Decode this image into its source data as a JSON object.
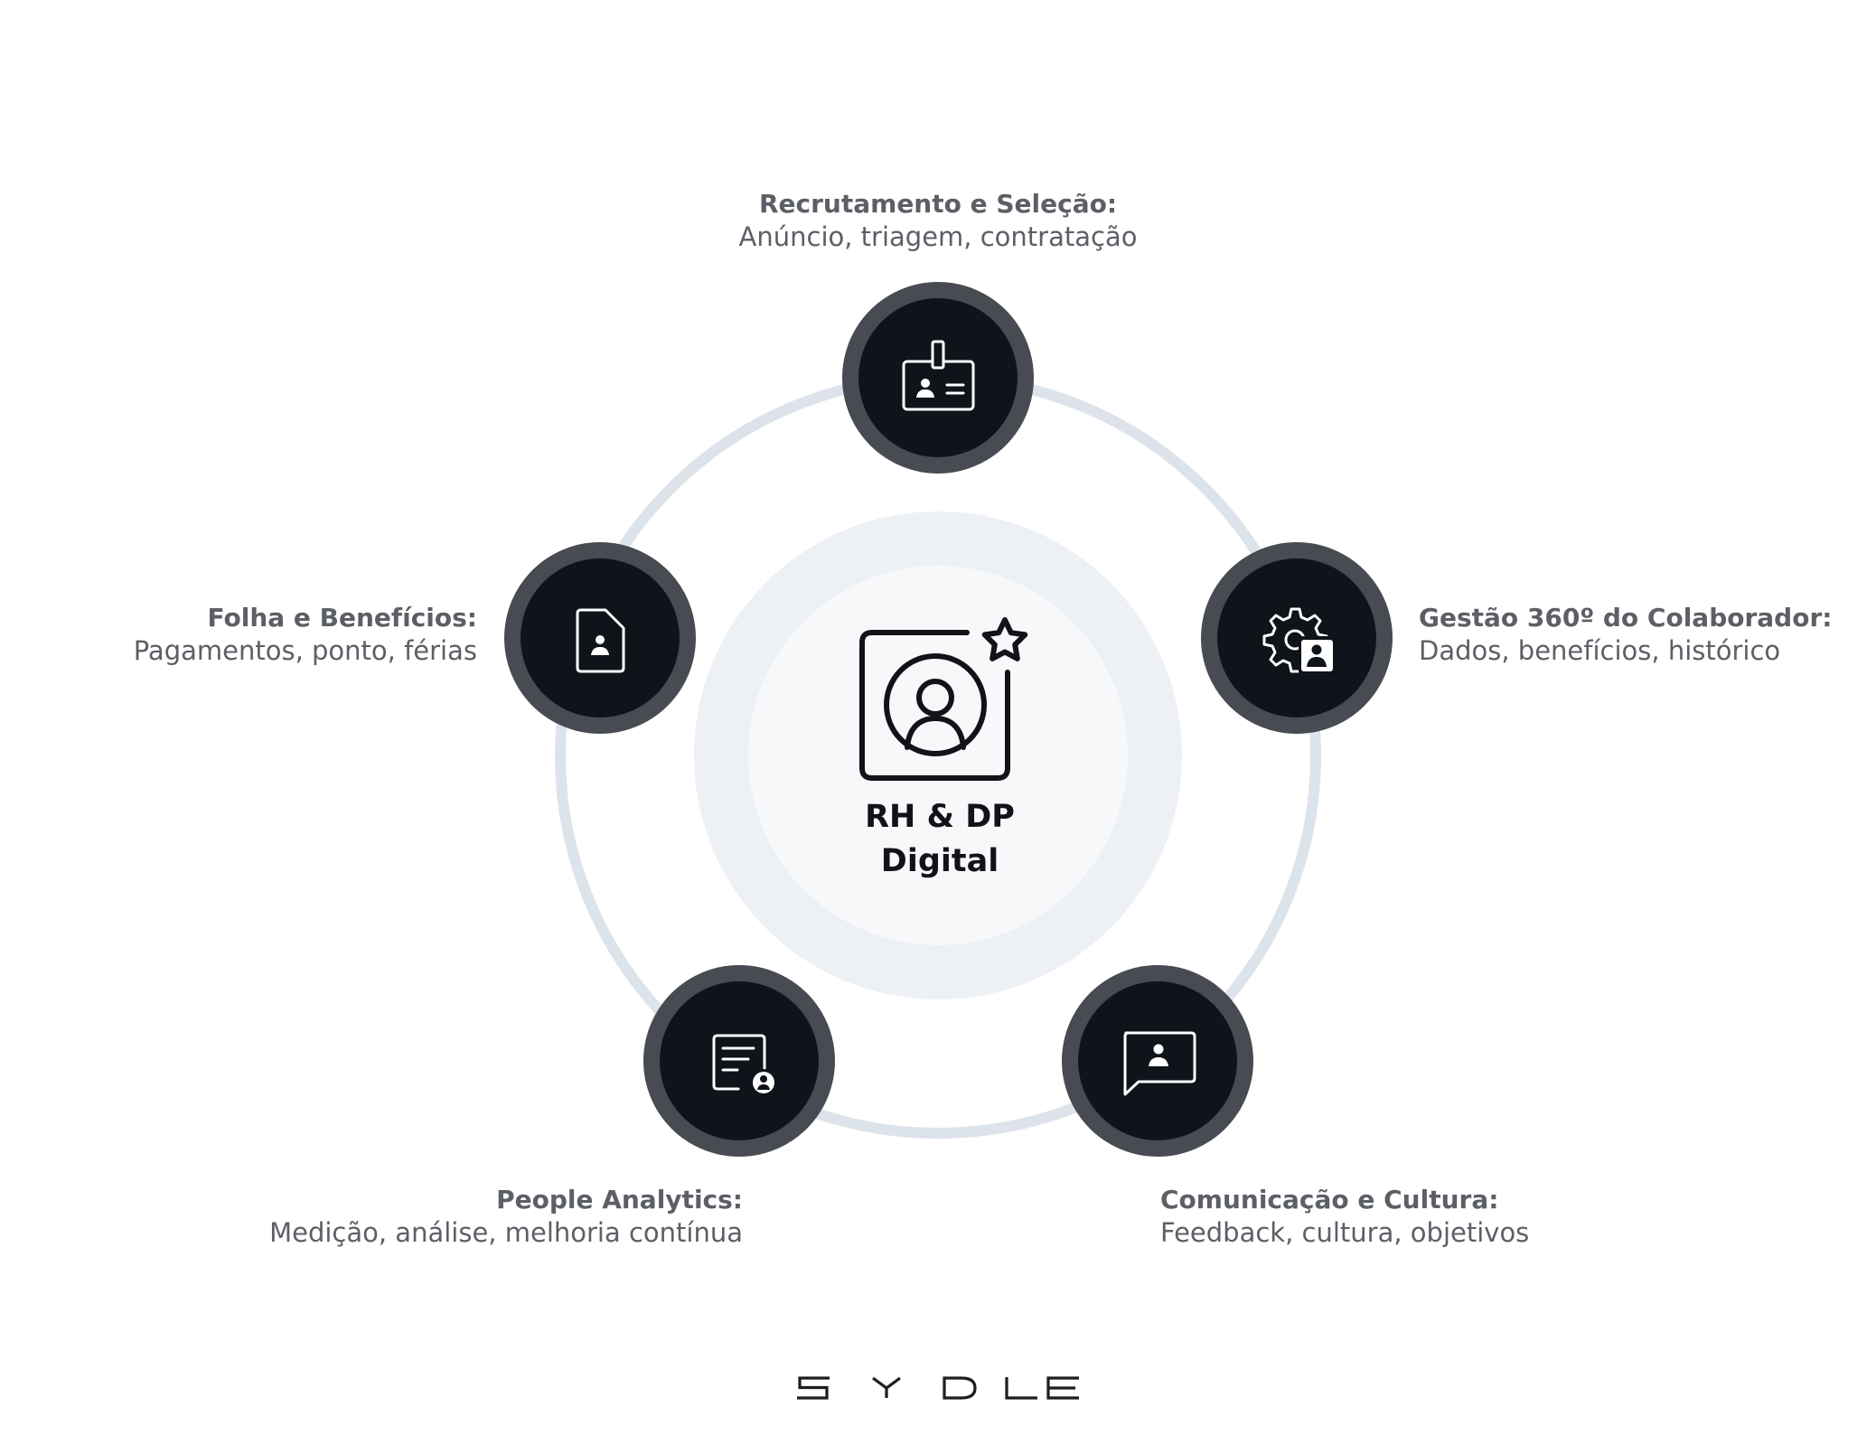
{
  "center": {
    "line1": "RH & DP",
    "line2": "Digital"
  },
  "nodes": [
    {
      "id": "recrutamento",
      "icon": "id-badge-icon",
      "title": "Recrutamento e Seleção:",
      "desc": "Anúncio, triagem, contratação"
    },
    {
      "id": "gestao",
      "icon": "gear-user-icon",
      "title": "Gestão 360º do Colaborador:",
      "desc": "Dados, benefícios, histórico"
    },
    {
      "id": "folha",
      "icon": "user-document-icon",
      "title": "Folha e Benefícios:",
      "desc": "Pagamentos, ponto, férias"
    },
    {
      "id": "analytics",
      "icon": "report-user-icon",
      "title": "People Analytics:",
      "desc": "Medição, análise, melhoria contínua"
    },
    {
      "id": "comunicacao",
      "icon": "chat-user-icon",
      "title": "Comunicação e Cultura:",
      "desc": "Feedback, cultura, objetivos"
    }
  ],
  "brand": {
    "logo_text": "SYDLE"
  },
  "colors": {
    "node_fill": "#0f131a",
    "node_ring": "#484b52",
    "orbit": "#dde3eb",
    "halo": "#edf0f4",
    "center_fill": "#f7f8fa",
    "label_text": "#5c5f66"
  }
}
